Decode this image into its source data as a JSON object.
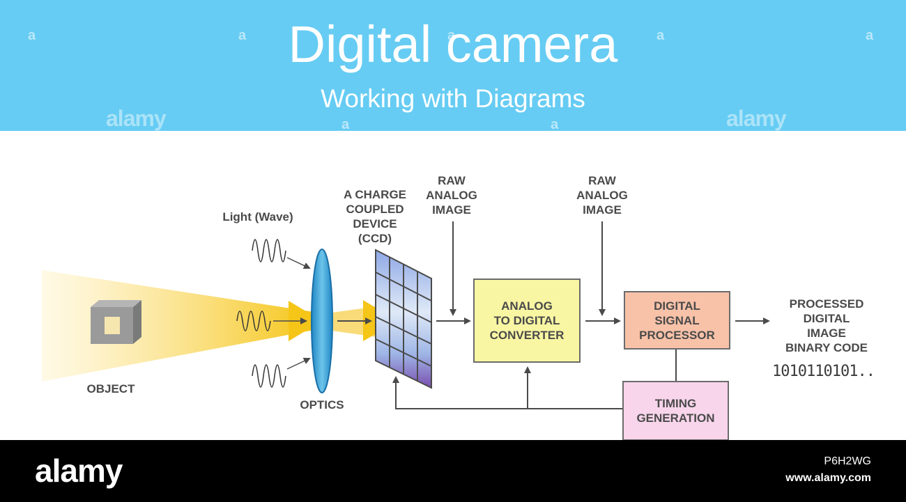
{
  "header": {
    "title": "Digital camera",
    "subtitle": "Working with Diagrams",
    "background_color": "#66ccf3"
  },
  "watermarks": {
    "small_mark": "a",
    "brand_mark": "alamy"
  },
  "diagram": {
    "light_label": "Light (Wave)",
    "object_label": "OBJECT",
    "optics_label": "OPTICS",
    "ccd_label": [
      "A CHARGE",
      "COUPLED",
      "DEVICE",
      "(CCD)"
    ],
    "raw_image_label_1": [
      "RAW",
      "ANALOG",
      "IMAGE"
    ],
    "raw_image_label_2": [
      "RAW",
      "ANALOG",
      "IMAGE"
    ],
    "adc_label": [
      "ANALOG",
      "TO DIGITAL",
      "CONVERTER"
    ],
    "dsp_label": [
      "DIGITAL",
      "SIGNAL",
      "PROCESSOR"
    ],
    "timing_label": [
      "TIMING",
      "GENERATION"
    ],
    "output_label": [
      "PROCESSED",
      "DIGITAL",
      "IMAGE",
      "BINARY CODE"
    ],
    "binary_code": "1010110101..",
    "colors": {
      "adc_box": "#f9f6a3",
      "dsp_box": "#f8c2a8",
      "timing_box": "#f8d5eb",
      "light_beam": "#f5c518",
      "lens": "#3fa9d9",
      "arrow": "#4a4a4a"
    }
  },
  "footer": {
    "logo": "alamy",
    "image_code": "P6H2WG",
    "url": "www.alamy.com"
  }
}
